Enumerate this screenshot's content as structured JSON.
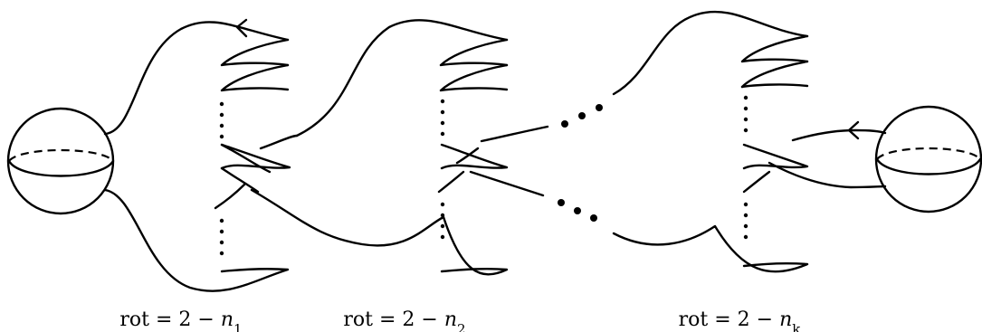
{
  "diagram": {
    "labels": [
      {
        "prefix": "rot = 2 − ",
        "var": "n",
        "sub": "1"
      },
      {
        "prefix": "rot = 2 − ",
        "var": "n",
        "sub": "2"
      },
      {
        "prefix": "rot = 2 − ",
        "var": "n",
        "sub": "k"
      }
    ],
    "colors": {
      "ink": "#000000",
      "background": "#ffffff"
    }
  }
}
